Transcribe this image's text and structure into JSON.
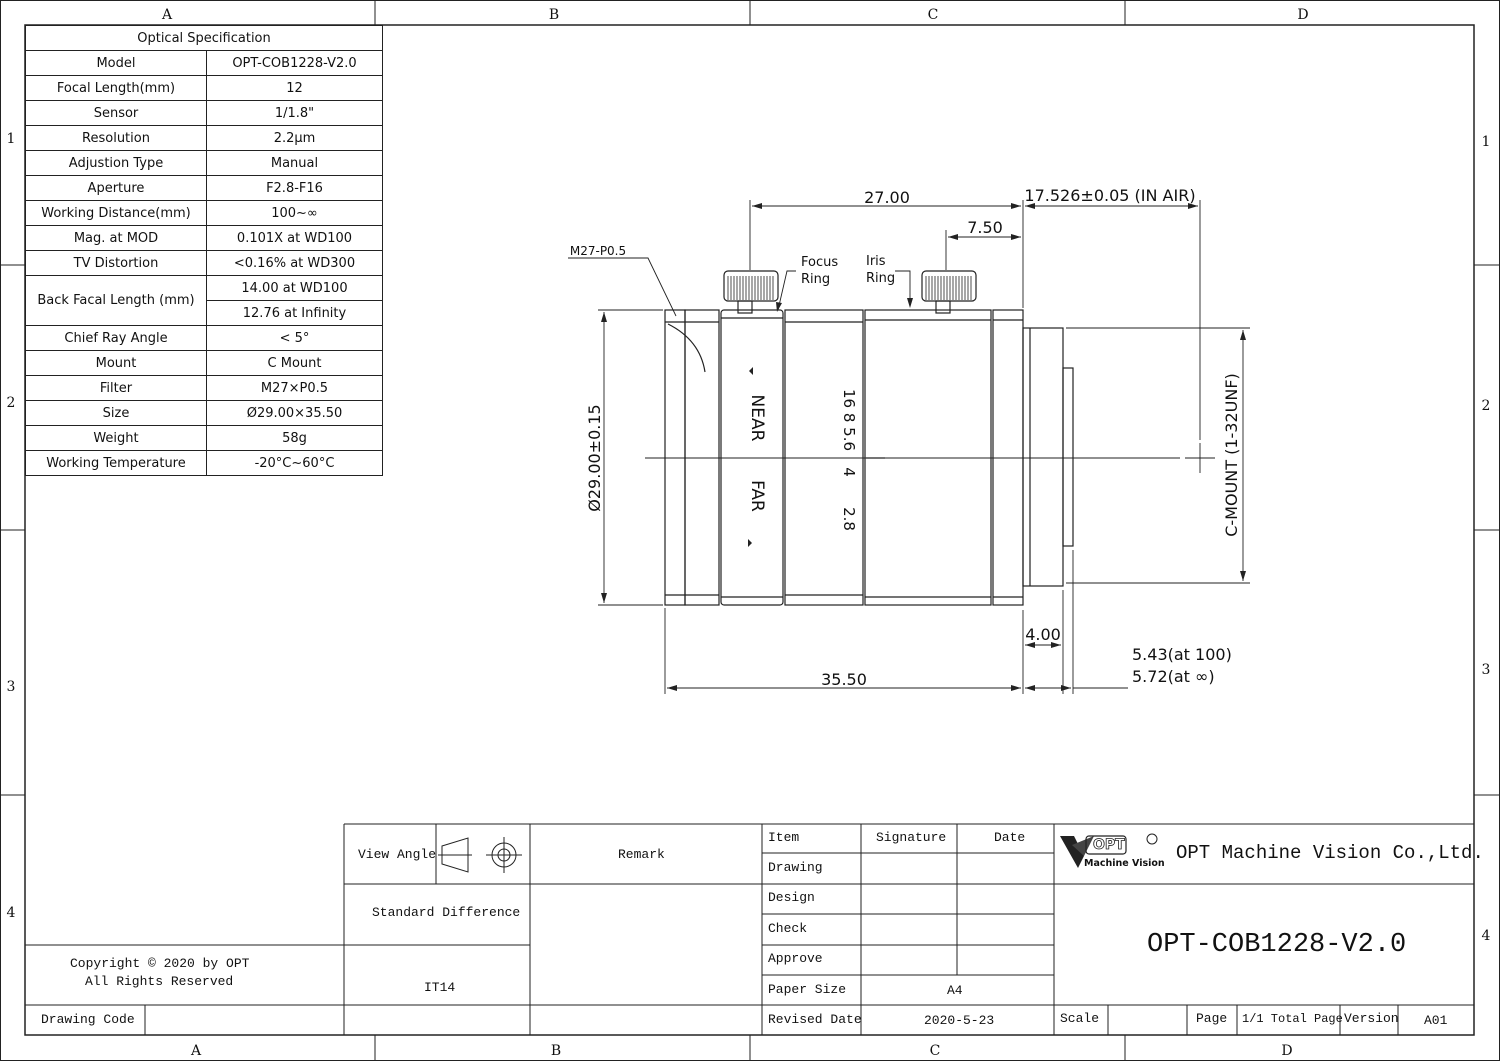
{
  "frame": {
    "top_cols": [
      "A",
      "B",
      "C",
      "D"
    ],
    "bottom_cols": [
      "A",
      "B",
      "C",
      "D"
    ],
    "rows": [
      "1",
      "2",
      "3",
      "4"
    ]
  },
  "spec": {
    "title": "Optical Specification",
    "rows": [
      {
        "key": "Model",
        "val": "OPT-COB1228-V2.0"
      },
      {
        "key": "Focal Length(mm)",
        "val": "12"
      },
      {
        "key": "Sensor",
        "val": "1/1.8\""
      },
      {
        "key": "Resolution",
        "val": "2.2μm"
      },
      {
        "key": "Adjustion Type",
        "val": "Manual"
      },
      {
        "key": "Aperture",
        "val": "F2.8-F16"
      },
      {
        "key": "Working Distance(mm)",
        "val": "100~∞"
      },
      {
        "key": "Mag. at MOD",
        "val": "0.101X at WD100"
      },
      {
        "key": "TV Distortion",
        "val": "<0.16% at WD300"
      }
    ],
    "bfl": {
      "key": "Back Facal Length (mm)",
      "val1": "14.00 at WD100",
      "val2": "12.76 at Infinity"
    },
    "rows2": [
      {
        "key": "Chief Ray Angle",
        "val": "< 5°"
      },
      {
        "key": "Mount",
        "val": "C Mount"
      },
      {
        "key": "Filter",
        "val": "M27×P0.5"
      },
      {
        "key": "Size",
        "val": "Ø29.00×35.50"
      },
      {
        "key": "Weight",
        "val": "58g"
      },
      {
        "key": "Working Temperature",
        "val": "-20°C~60°C"
      }
    ]
  },
  "drawing": {
    "dim_27": "27.00",
    "dim_17": "17.526±0.05  (IN AIR)",
    "dim_750": "7.50",
    "thread_label": "M27-P0.5",
    "focus_ring_1": "Focus",
    "focus_ring_2": "Ring",
    "iris_ring_1": "Iris",
    "iris_ring_2": "Ring",
    "dia": "Ø29.00±0.15",
    "near": "NEAR",
    "far": "FAR",
    "scale_top": "16 8 5.6",
    "scale_4": "4",
    "scale_28": "2.8",
    "cmount": "C-MOUNT  (1-32UNF)",
    "dim_400": "4.00",
    "dim_3550": "35.50",
    "dim_543": "5.43(at 100)",
    "dim_572": "5.72(at ∞)"
  },
  "title_block": {
    "view_angle": "View Angle",
    "remark": "Remark",
    "std_diff": "Standard Difference",
    "it14": "IT14",
    "item": "Item",
    "signature": "Signature",
    "date": "Date",
    "drawing": "Drawing",
    "design": "Design",
    "check": "Check",
    "approve": "Approve",
    "paper_size": "Paper Size",
    "paper_size_val": "A4",
    "revised_date": "Revised Date",
    "revised_date_val": "2020-5-23",
    "logo_word": "OPT",
    "logo_sub": "Machine Vision",
    "company": "OPT Machine Vision Co.,Ltd.",
    "part_no": "OPT-COB1228-V2.0",
    "scale": "Scale",
    "page": "Page",
    "total_page": "1/1 Total Page",
    "version": "Version",
    "version_val": "A01",
    "copyright_1": "Copyright © 2020 by OPT",
    "copyright_2": "All Rights Reserved",
    "drawing_code": "Drawing Code"
  }
}
